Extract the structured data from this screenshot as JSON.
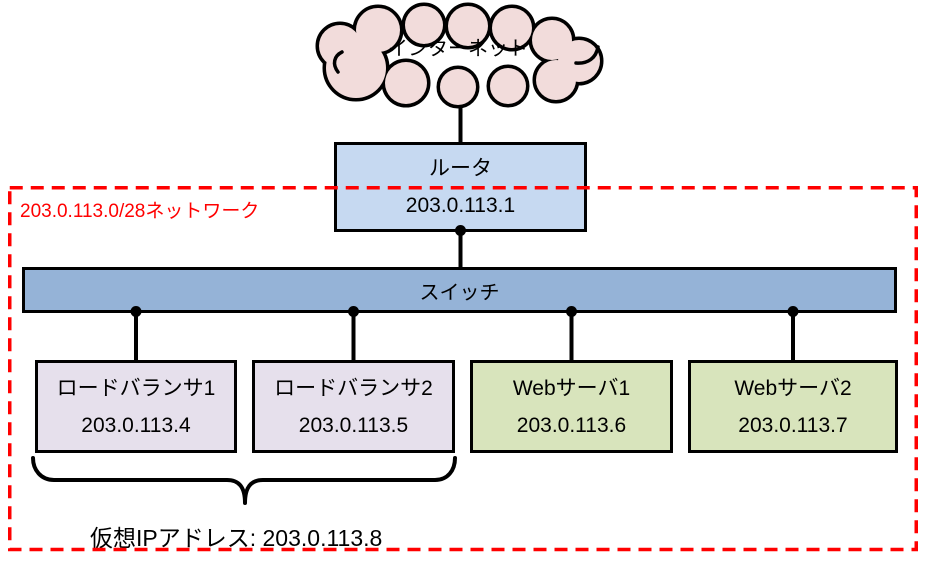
{
  "diagram": {
    "internet": {
      "label": "インターネット"
    },
    "router": {
      "label": "ルータ",
      "ip": "203.0.113.1"
    },
    "switch": {
      "label": "スイッチ"
    },
    "servers": [
      {
        "label": "ロードバランサ1",
        "ip": "203.0.113.4",
        "type": "loadbalancer"
      },
      {
        "label": "ロードバランサ2",
        "ip": "203.0.113.5",
        "type": "loadbalancer"
      },
      {
        "label": "Webサーバ1",
        "ip": "203.0.113.6",
        "type": "webserver"
      },
      {
        "label": "Webサーバ2",
        "ip": "203.0.113.7",
        "type": "webserver"
      }
    ],
    "network_label": "203.0.113.0/28ネットワーク",
    "virtual_ip_label": "仮想IPアドレス: 203.0.113.8",
    "colors": {
      "outline": "#000000",
      "cloud_fill": "#F2DCDB",
      "router_fill": "#C6D9F1",
      "switch_fill": "#95B3D7",
      "loadbalancer_fill": "#E6E0EC",
      "webserver_fill": "#D8E4BC",
      "network_border": "#FF0000"
    }
  }
}
